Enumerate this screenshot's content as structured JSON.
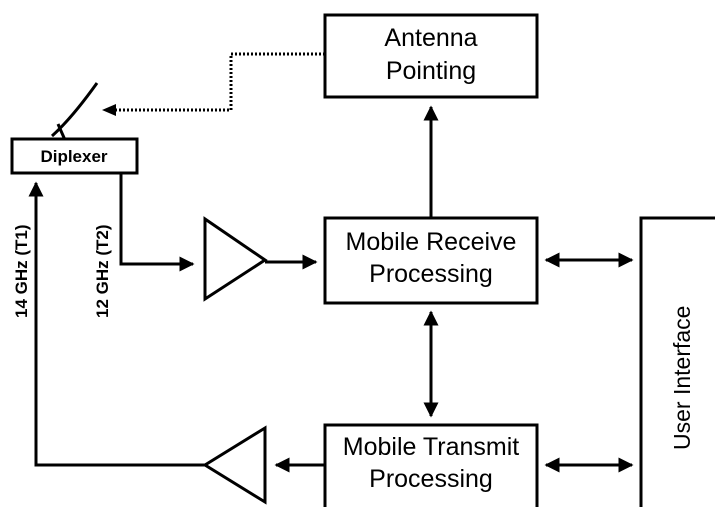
{
  "blocks": {
    "antenna_pointing": {
      "line1": "Antenna",
      "line2": "Pointing"
    },
    "diplexer": {
      "label": "Diplexer"
    },
    "mobile_receive": {
      "line1": "Mobile Receive",
      "line2": "Processing"
    },
    "mobile_transmit": {
      "line1": "Mobile Transmit",
      "line2": "Processing"
    },
    "user_interface": {
      "label": "User Interface"
    }
  },
  "signals": {
    "transmit": "14 GHz (T1)",
    "receive": "12 GHz (T2)"
  }
}
